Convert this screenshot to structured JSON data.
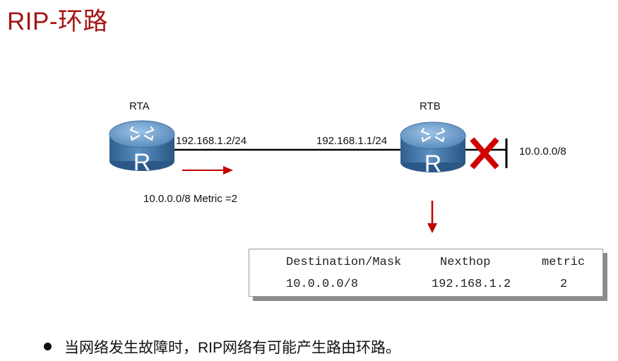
{
  "title": "RIP-环路",
  "routers": [
    {
      "name": "RTA",
      "icon": "router-icon",
      "glyph": "R"
    },
    {
      "name": "RTB",
      "icon": "router-icon",
      "glyph": "R"
    }
  ],
  "link": {
    "rta_interface": "192.168.1.2/24",
    "rtb_interface": "192.168.1.1/24"
  },
  "failed_network": "10.0.0.0/8",
  "update_message": "10.0.0.0/8 Metric =2",
  "routing_table": {
    "headers": [
      "Destination/Mask",
      "Nexthop",
      "metric"
    ],
    "rows": [
      [
        "10.0.0.0/8",
        "192.168.1.2",
        "2"
      ]
    ]
  },
  "bullet": "当网络发生故障时，RIP网络有可能产生路由环路。",
  "colors": {
    "title": "#a31515",
    "arrow": "#c00000",
    "failure_x": "#d00000",
    "router_body": "#4a7fb0",
    "router_top": "#6e9dc7"
  }
}
